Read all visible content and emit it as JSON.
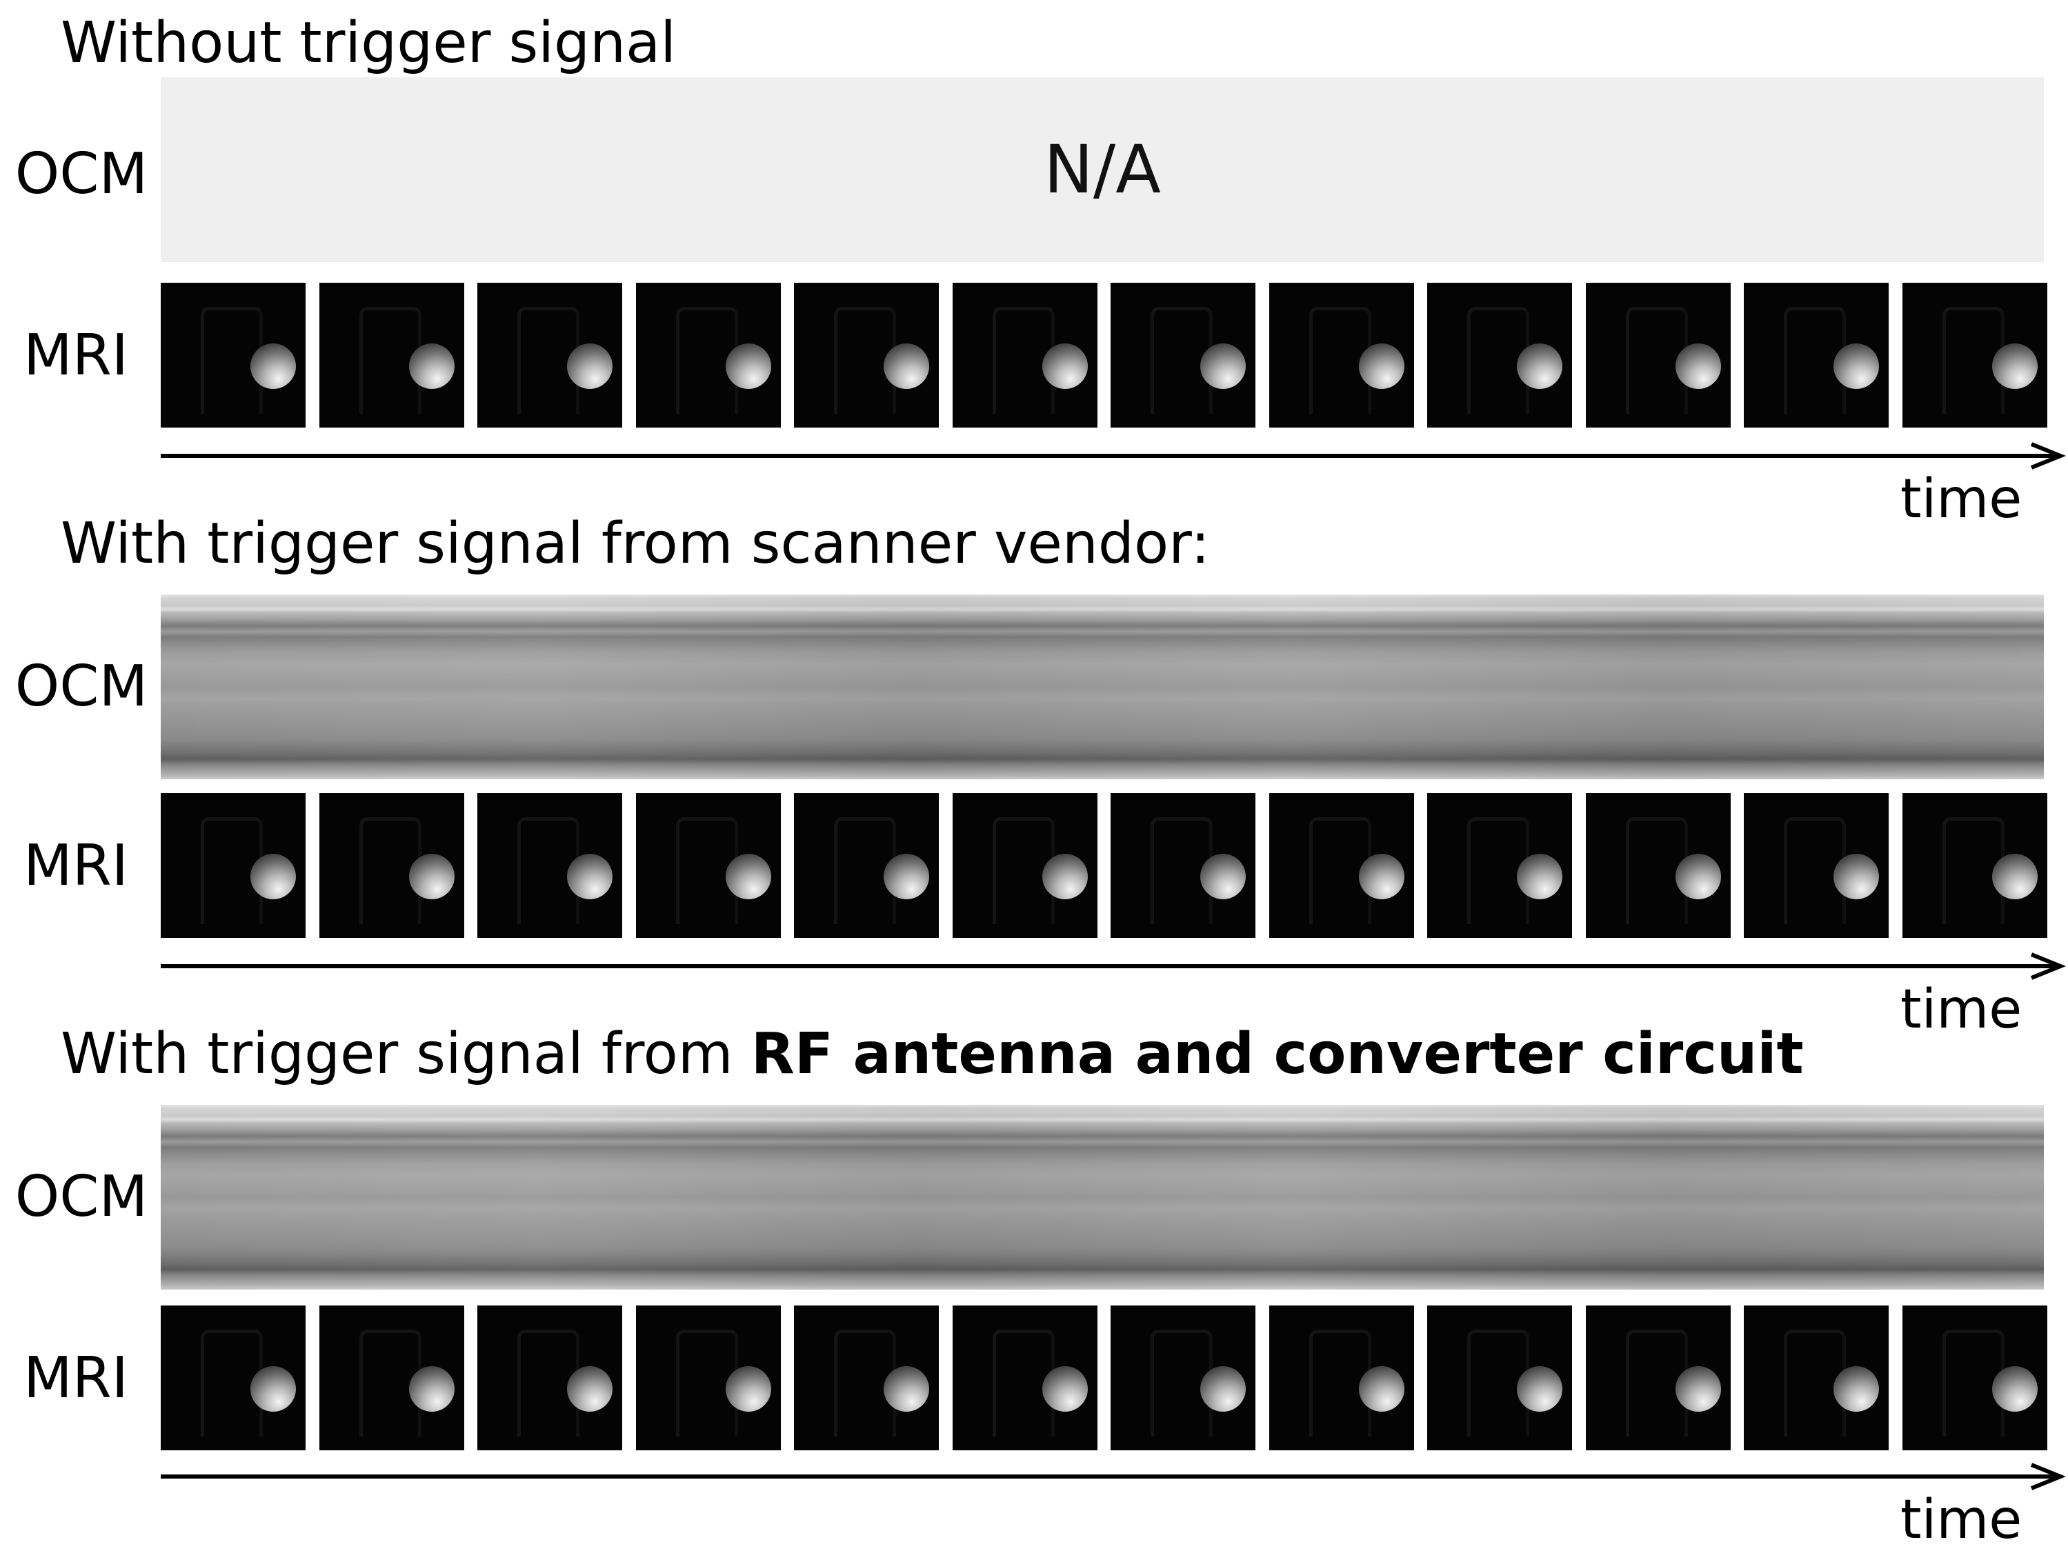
{
  "panels": [
    {
      "title": "Without trigger signal",
      "title_bold": "",
      "ocm_label": "OCM",
      "ocm_content": "N/A",
      "mri_label": "MRI",
      "time_label": "time"
    },
    {
      "title": "With trigger signal from scanner vendor:",
      "title_bold": "",
      "ocm_label": "OCM",
      "ocm_content": "",
      "mri_label": "MRI",
      "time_label": "time"
    },
    {
      "title": "With trigger signal from ",
      "title_bold": "RF antenna and converter circuit",
      "ocm_label": "OCM",
      "ocm_content": "",
      "mri_label": "MRI",
      "time_label": "time"
    }
  ],
  "mri_frames_per_row": 12,
  "colors": {
    "na_background": "#efefef",
    "mri_background": "#040404",
    "axis": "#000000"
  }
}
